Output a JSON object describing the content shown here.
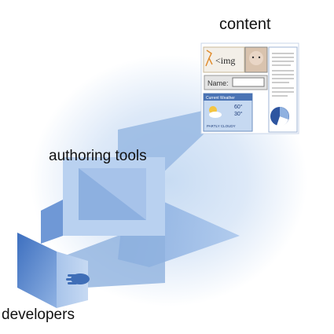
{
  "labels": {
    "content": "content",
    "authoring_tools": "authoring tools",
    "developers": "developers"
  },
  "content_panel": {
    "img_tag": "<img",
    "name_field": "Name:",
    "weather_title": "Current Weather",
    "temp_high": "60°",
    "temp_low": "30°",
    "forecast": "PARTLY CLOUDY"
  },
  "colors": {
    "beam": "#9fbde6",
    "frame": "#b6cfee",
    "screen": "#5f8dce",
    "hand": "#3f6eb7"
  }
}
